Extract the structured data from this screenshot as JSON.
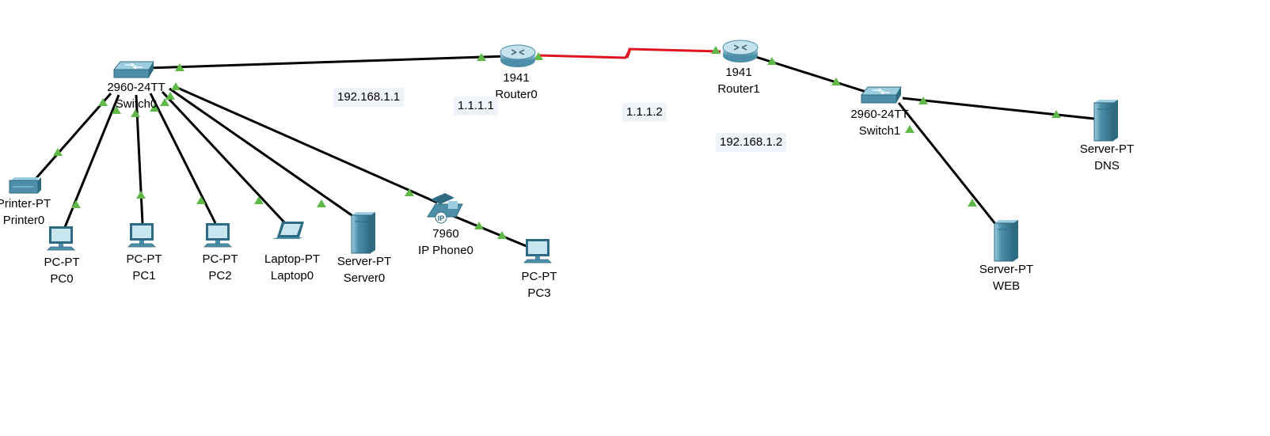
{
  "colors": {
    "link": "#000000",
    "serial_link": "#e0141e",
    "port_up": "#5fb848",
    "device_main": "#4d8fa9",
    "device_light": "#9ccde0",
    "device_dark": "#2e6b82",
    "note_bg": "#f1f3fb"
  },
  "devices": {
    "switch0": {
      "model": "2960-24TT",
      "name": "Switch0",
      "icon": "switch-icon"
    },
    "router0": {
      "model": "1941",
      "name": "Router0",
      "icon": "router-icon"
    },
    "router1": {
      "model": "1941",
      "name": "Router1",
      "icon": "router-icon"
    },
    "switch1": {
      "model": "2960-24TT",
      "name": "Switch1",
      "icon": "switch-icon"
    },
    "printer0": {
      "model": "Printer-PT",
      "name": "Printer0",
      "icon": "printer-icon"
    },
    "pc0": {
      "model": "PC-PT",
      "name": "PC0",
      "icon": "pc-icon"
    },
    "pc1": {
      "model": "PC-PT",
      "name": "PC1",
      "icon": "pc-icon"
    },
    "pc2": {
      "model": "PC-PT",
      "name": "PC2",
      "icon": "pc-icon"
    },
    "laptop0": {
      "model": "Laptop-PT",
      "name": "Laptop0",
      "icon": "laptop-icon"
    },
    "server0": {
      "model": "Server-PT",
      "name": "Server0",
      "icon": "server-icon"
    },
    "phone0": {
      "model": "7960",
      "name": "IP Phone0",
      "icon": "ip-phone-icon"
    },
    "pc3": {
      "model": "PC-PT",
      "name": "PC3",
      "icon": "pc-icon"
    },
    "dns": {
      "model": "Server-PT",
      "name": "DNS",
      "icon": "server-icon"
    },
    "web": {
      "model": "Server-PT",
      "name": "WEB",
      "icon": "server-icon"
    }
  },
  "notes": {
    "lan0_ip": "192.168.1.1",
    "wan0_ip": "1.1.1.1",
    "wan1_ip": "1.1.1.2",
    "lan1_ip": "192.168.1.2"
  }
}
